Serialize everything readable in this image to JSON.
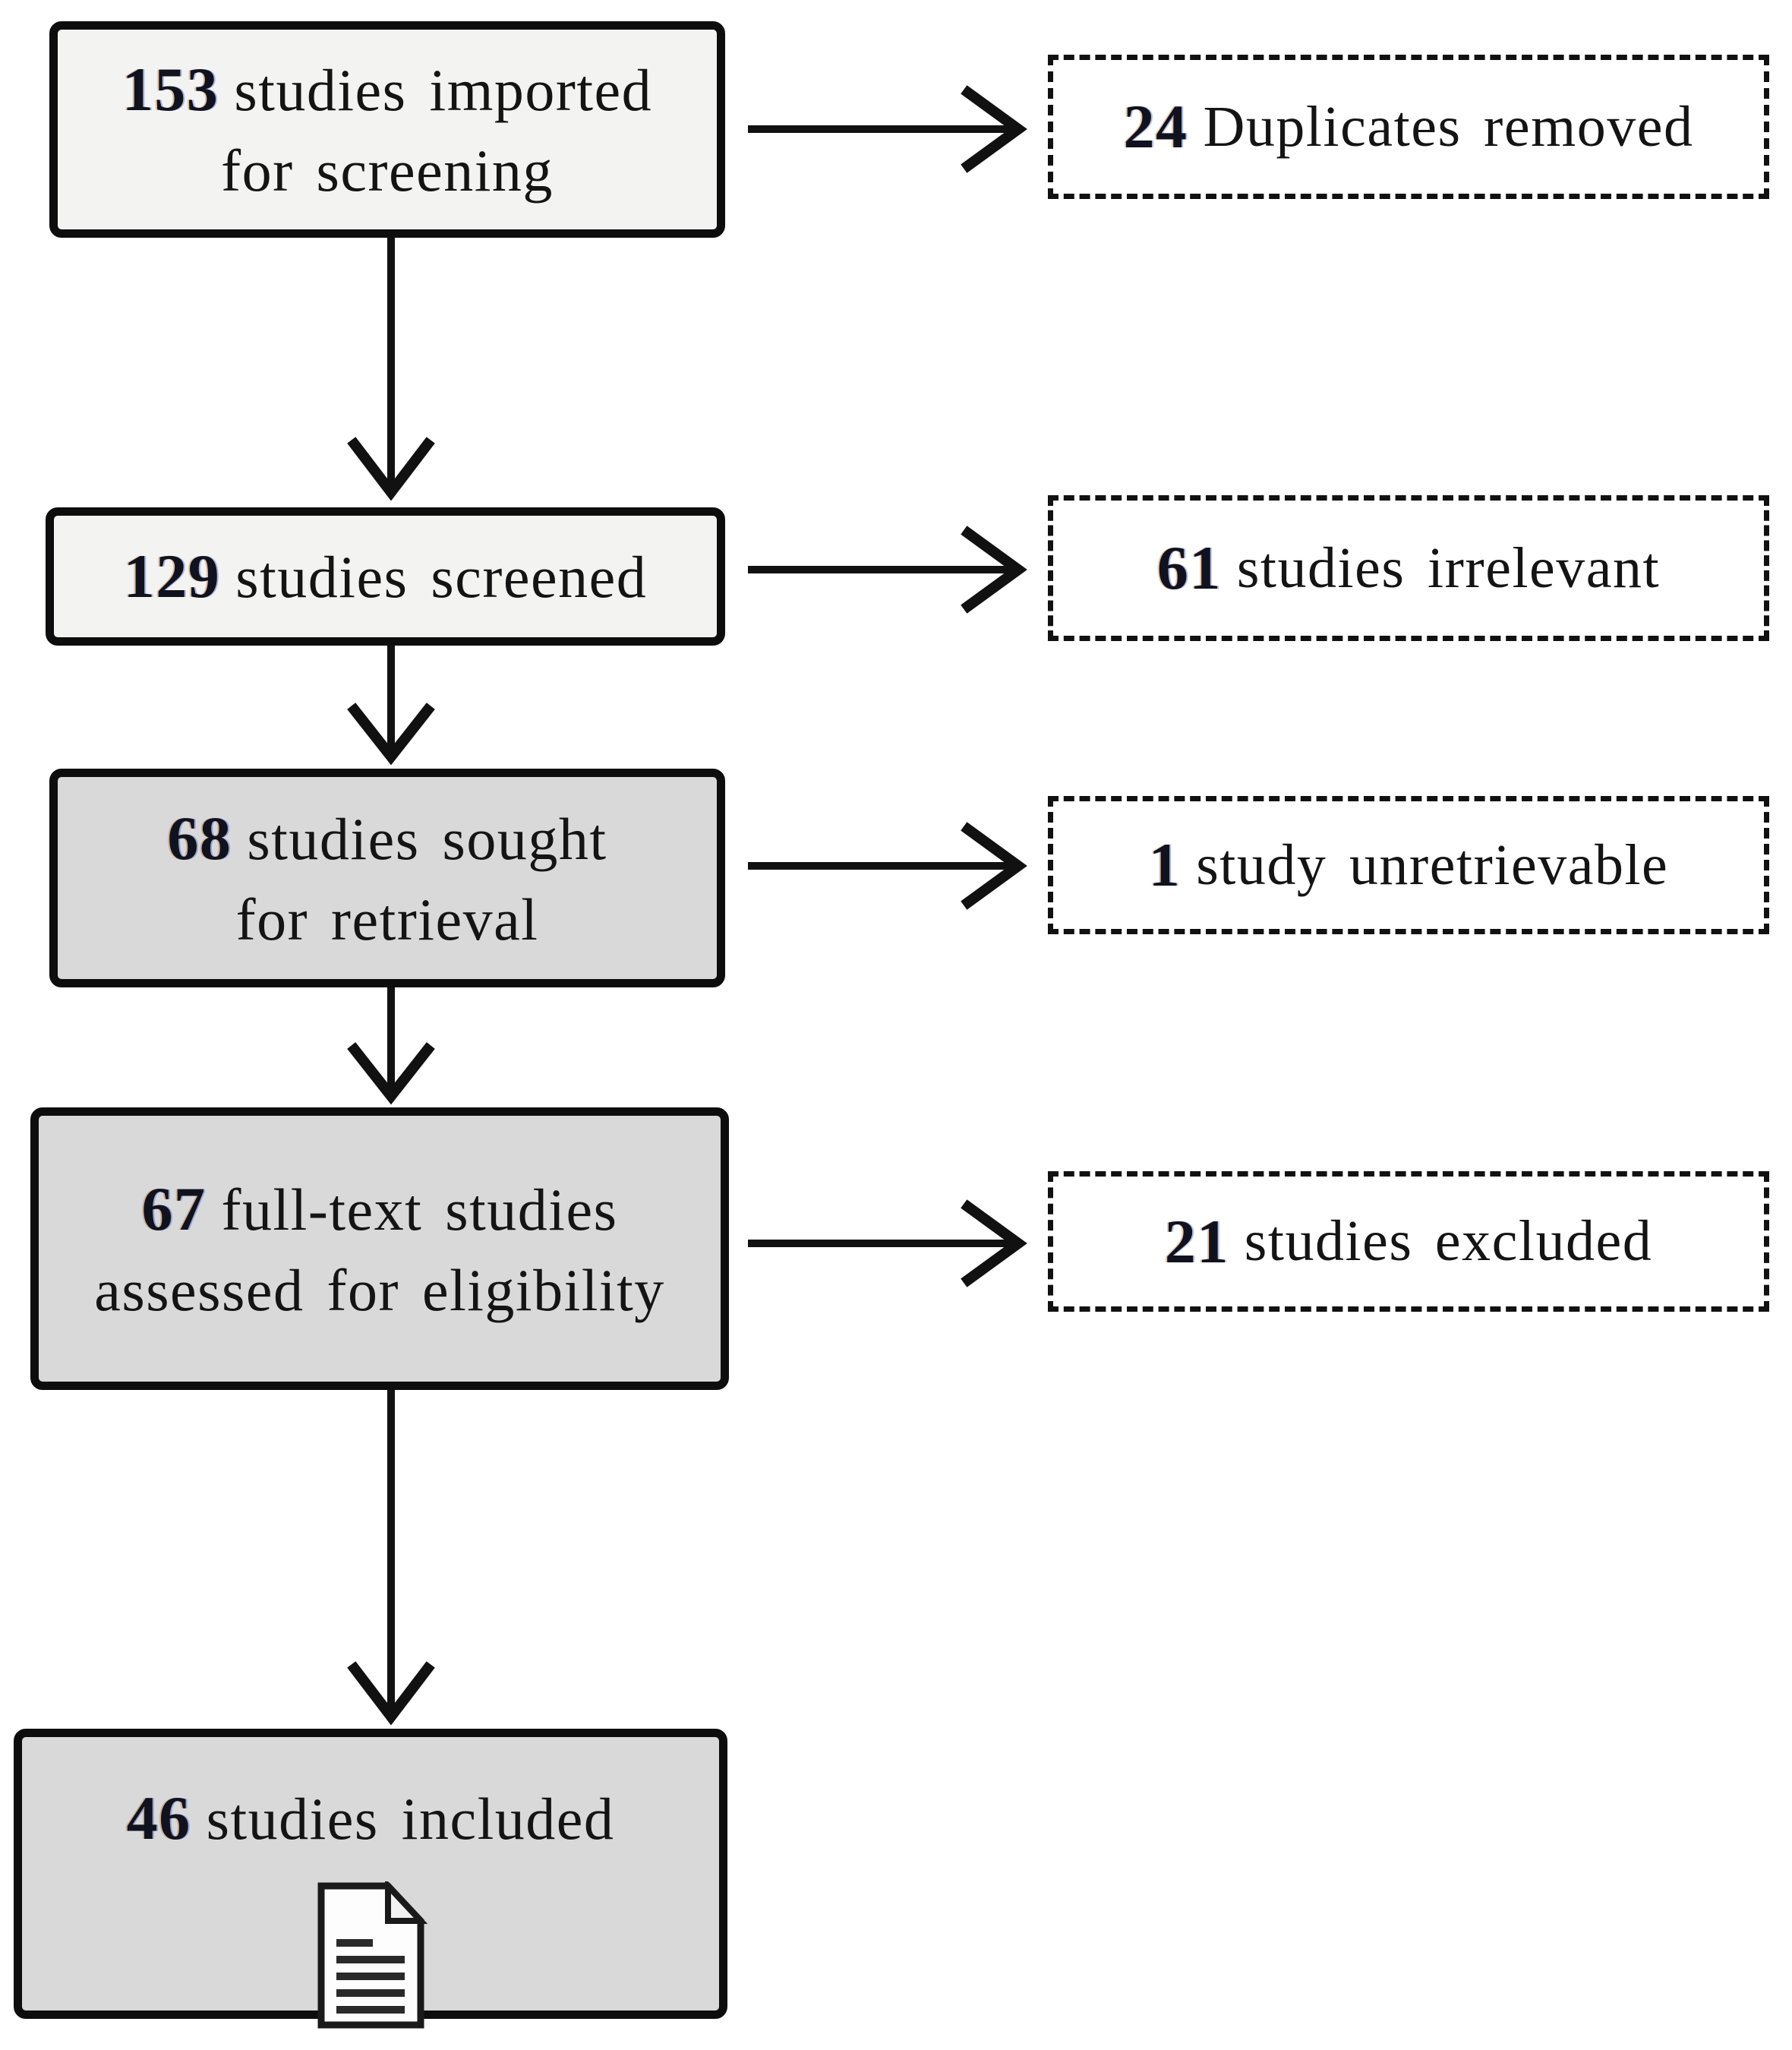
{
  "diagram": {
    "kind": "study-screening-flowchart",
    "colors": {
      "box_fill_light": "#f3f3f1",
      "box_fill_dark": "#d9d9d9",
      "box_border": "#0d0d0d",
      "side_box_fill": "#ffffff",
      "side_box_border_style": "dashed",
      "arrow": "#111111",
      "count_text": "#10131f",
      "label_text": "#141414"
    },
    "main_boxes": [
      {
        "count": "153",
        "line1": "studies imported",
        "line2": "for screening"
      },
      {
        "count": "129",
        "line1": "studies screened"
      },
      {
        "count": "68",
        "line1": "studies sought",
        "line2": "for retrieval"
      },
      {
        "count": "67",
        "line1": "full-text studies",
        "line2": "assessed for eligibility"
      },
      {
        "count": "46",
        "line1": "studies included",
        "icon": "document-icon"
      }
    ],
    "side_boxes": [
      {
        "count": "24",
        "label": "Duplicates removed"
      },
      {
        "count": "61",
        "label": "studies irrelevant"
      },
      {
        "count": "1",
        "label": "study unretrievable"
      },
      {
        "count": "21",
        "label": "studies excluded"
      }
    ]
  }
}
